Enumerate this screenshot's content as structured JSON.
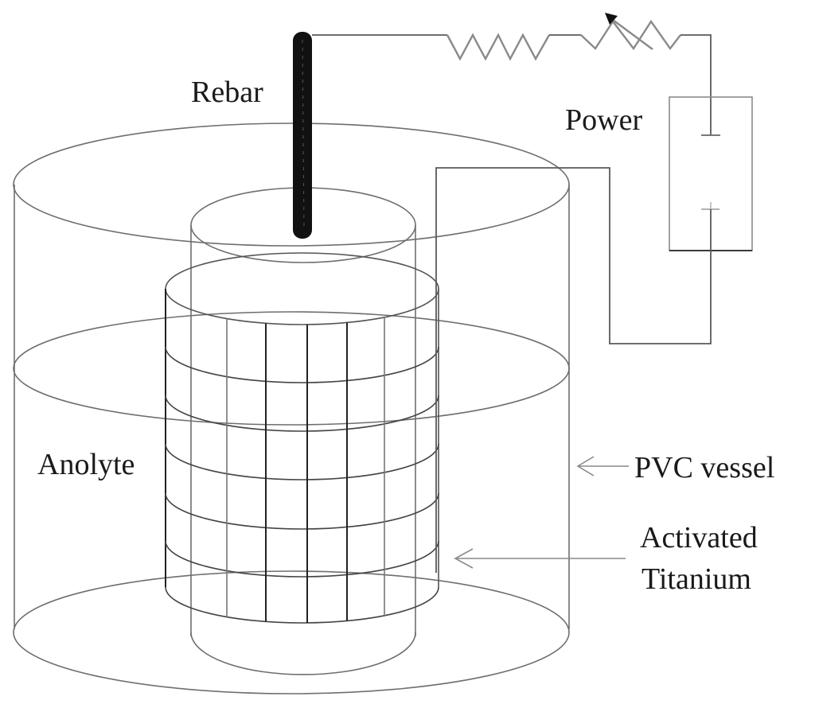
{
  "figure": {
    "description": "Experimental setup schematic: rebar in anolyte inside PVC vessel with activated titanium mesh anode, connected through resistor and variable resistor to power supply",
    "colors": {
      "line": "#6e6e6e",
      "rebar": "#111111",
      "text": "#1a1a1a",
      "background": "#ffffff"
    }
  },
  "labels": {
    "rebar": "Rebar",
    "power": "Power",
    "anolyte": "Anolyte",
    "pvc_vessel": "PVC vessel",
    "activated_titanium_line1": "Activated",
    "activated_titanium_line2": "Titanium"
  },
  "components": {
    "resistor": "fixed-resistor",
    "variable_resistor": "variable-resistor",
    "power_supply": "dc-power-source",
    "terminal_top": "-",
    "terminal_bottom": "+"
  }
}
